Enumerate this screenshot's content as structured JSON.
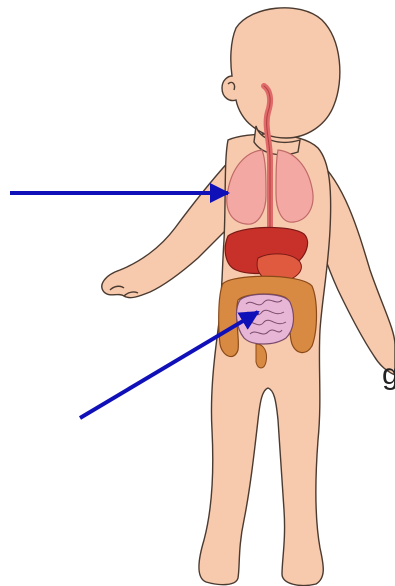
{
  "diagram": {
    "edge_text": "g",
    "arrows": [
      {
        "name": "lungs-arrow",
        "target": "lungs",
        "color": "#1010b8"
      },
      {
        "name": "intestines-arrow",
        "target": "small-intestine",
        "color": "#1010b8"
      }
    ],
    "figure": {
      "skin_color": "#f7c9ad",
      "lung_color": "#f3a8a4",
      "liver_color": "#c8302a",
      "intestine_color": "#e7b6d6",
      "colon_color": "#d98a42",
      "esophagus_color": "#e06a6a"
    }
  }
}
